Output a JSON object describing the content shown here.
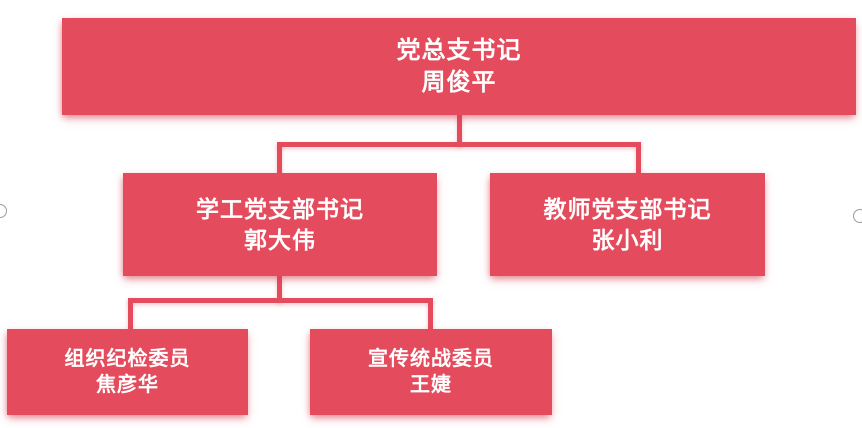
{
  "org_chart": {
    "type": "org-tree",
    "accent_color": "#e44c5e",
    "background_color": "#ffffff",
    "text_color": "#ffffff",
    "nodes": {
      "root": {
        "title": "党总支书记",
        "person": "周俊平"
      },
      "student_branch": {
        "title": "学工党支部书记",
        "person": "郭大伟"
      },
      "teacher_branch": {
        "title": "教师党支部书记",
        "person": "张小利"
      },
      "organization_discipline": {
        "title": "组织纪检委员",
        "person": "焦彦华"
      },
      "publicity_united_front": {
        "title": "宣传统战委员",
        "person": "王婕"
      }
    },
    "edges": [
      {
        "from": "root",
        "to": "student_branch"
      },
      {
        "from": "root",
        "to": "teacher_branch"
      },
      {
        "from": "student_branch",
        "to": "organization_discipline"
      },
      {
        "from": "student_branch",
        "to": "publicity_united_front"
      }
    ]
  }
}
